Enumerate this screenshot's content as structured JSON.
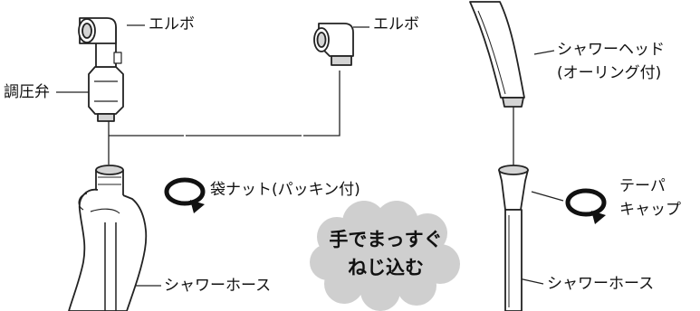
{
  "labels": {
    "elbow_left": "エルボ",
    "regulator_valve": "調圧弁",
    "elbow_right": "エルボ",
    "shower_head_line1": "シャワーヘッド",
    "shower_head_line2": "(オーリング付)",
    "cap_nut": "袋ナット(パッキン付)",
    "taper_cap_line1": "テーパ",
    "taper_cap_line2": "キャップ",
    "hose_left": "シャワーホース",
    "hose_right": "シャワーホース"
  },
  "instruction": {
    "line1": "手でまっすぐ",
    "line2": "ねじ込む"
  },
  "colors": {
    "outline": "#222222",
    "part_fill": "#ffffff",
    "part_shade": "#d4d4d4",
    "bubble": "#cfcfcf",
    "arrow_fill": "#111111"
  },
  "icons": [
    "rotation-arrow-icon",
    "cloud-bubble-icon"
  ]
}
